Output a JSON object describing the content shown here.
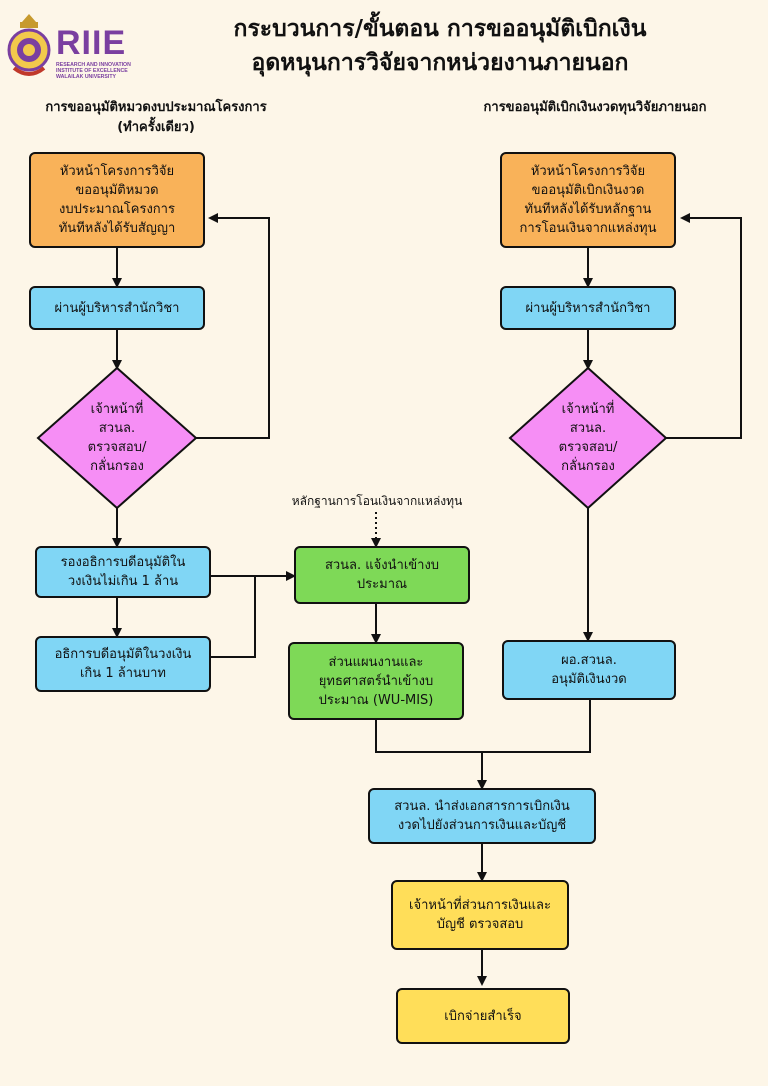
{
  "logo": {
    "mark": "RIIE",
    "sub_line1": "RESEARCH AND INNOVATION",
    "sub_line2": "INSTITUTE OF EXCELLENCE",
    "sub_line3": "WALAILAK UNIVERSITY"
  },
  "title": {
    "line1": "กระบวนการ/ขั้นตอน การขออนุมัติเบิกเงิน",
    "line2": "อุดหนุนการวิจัยจากหน่วยงานภายนอก"
  },
  "left_header": {
    "line1": "การขออนุมัติหมวดงบประมาณโครงการ",
    "line2": "(ทำครั้งเดียว)"
  },
  "right_header": "การขออนุมัติเบิกเงินงวดทุนวิจัยภายนอก",
  "left": {
    "request": [
      "หัวหน้าโครงการวิจัย",
      "ขออนุมัติหมวด",
      "งบประมาณโครงการ",
      "ทันทีหลังได้รับสัญญา"
    ],
    "dean": "ผ่านผู้บริหารสำนักวิชา",
    "check": [
      "เจ้าหน้าที่",
      "สวนล.",
      "ตรวจสอบ/",
      "กลั่นกรอง"
    ],
    "vp": [
      "รองอธิการบดีอนุมัติใน",
      "วงเงินไม่เกิน 1 ล้าน"
    ],
    "president": [
      "อธิการบดีอนุมัติในวงเงิน",
      "เกิน 1 ล้านบาท"
    ]
  },
  "right": {
    "request": [
      "หัวหน้าโครงการวิจัย",
      "ขออนุมัติเบิกเงินงวด",
      "ทันทีหลังได้รับหลักฐาน",
      "การโอนเงินจากแหล่งทุน"
    ],
    "dean": "ผ่านผู้บริหารสำนักวิชา",
    "check": [
      "เจ้าหน้าที่",
      "สวนล.",
      "ตรวจสอบ/",
      "กลั่นกรอง"
    ],
    "director": [
      "ผอ.สวนล.",
      "อนุมัติเงินงวด"
    ]
  },
  "center": {
    "evidence_note": "หลักฐานการโอนเงินจากแหล่งทุน",
    "notify": [
      "สวนล. แจ้งนำเข้างบ",
      "ประมาณ"
    ],
    "planning": [
      "ส่วนแผนงานและ",
      "ยุทธศาสตร์นำเข้างบ",
      "ประมาณ (WU-MIS)"
    ],
    "send_docs": [
      "สวนล. นำส่งเอกสารการเบิกเงิน",
      "งวดไปยังส่วนการเงินและบัญชี"
    ],
    "finance_check": [
      "เจ้าหน้าที่ส่วนการเงินและ",
      "บัญชี ตรวจสอบ"
    ],
    "success": "เบิกจ่ายสำเร็จ"
  },
  "colors": {
    "orange": "#f9b259",
    "blue": "#80d6f5",
    "pink": "#f68ef5",
    "green": "#7ed957",
    "yellow": "#ffde59",
    "background": "#fdf6e8"
  }
}
